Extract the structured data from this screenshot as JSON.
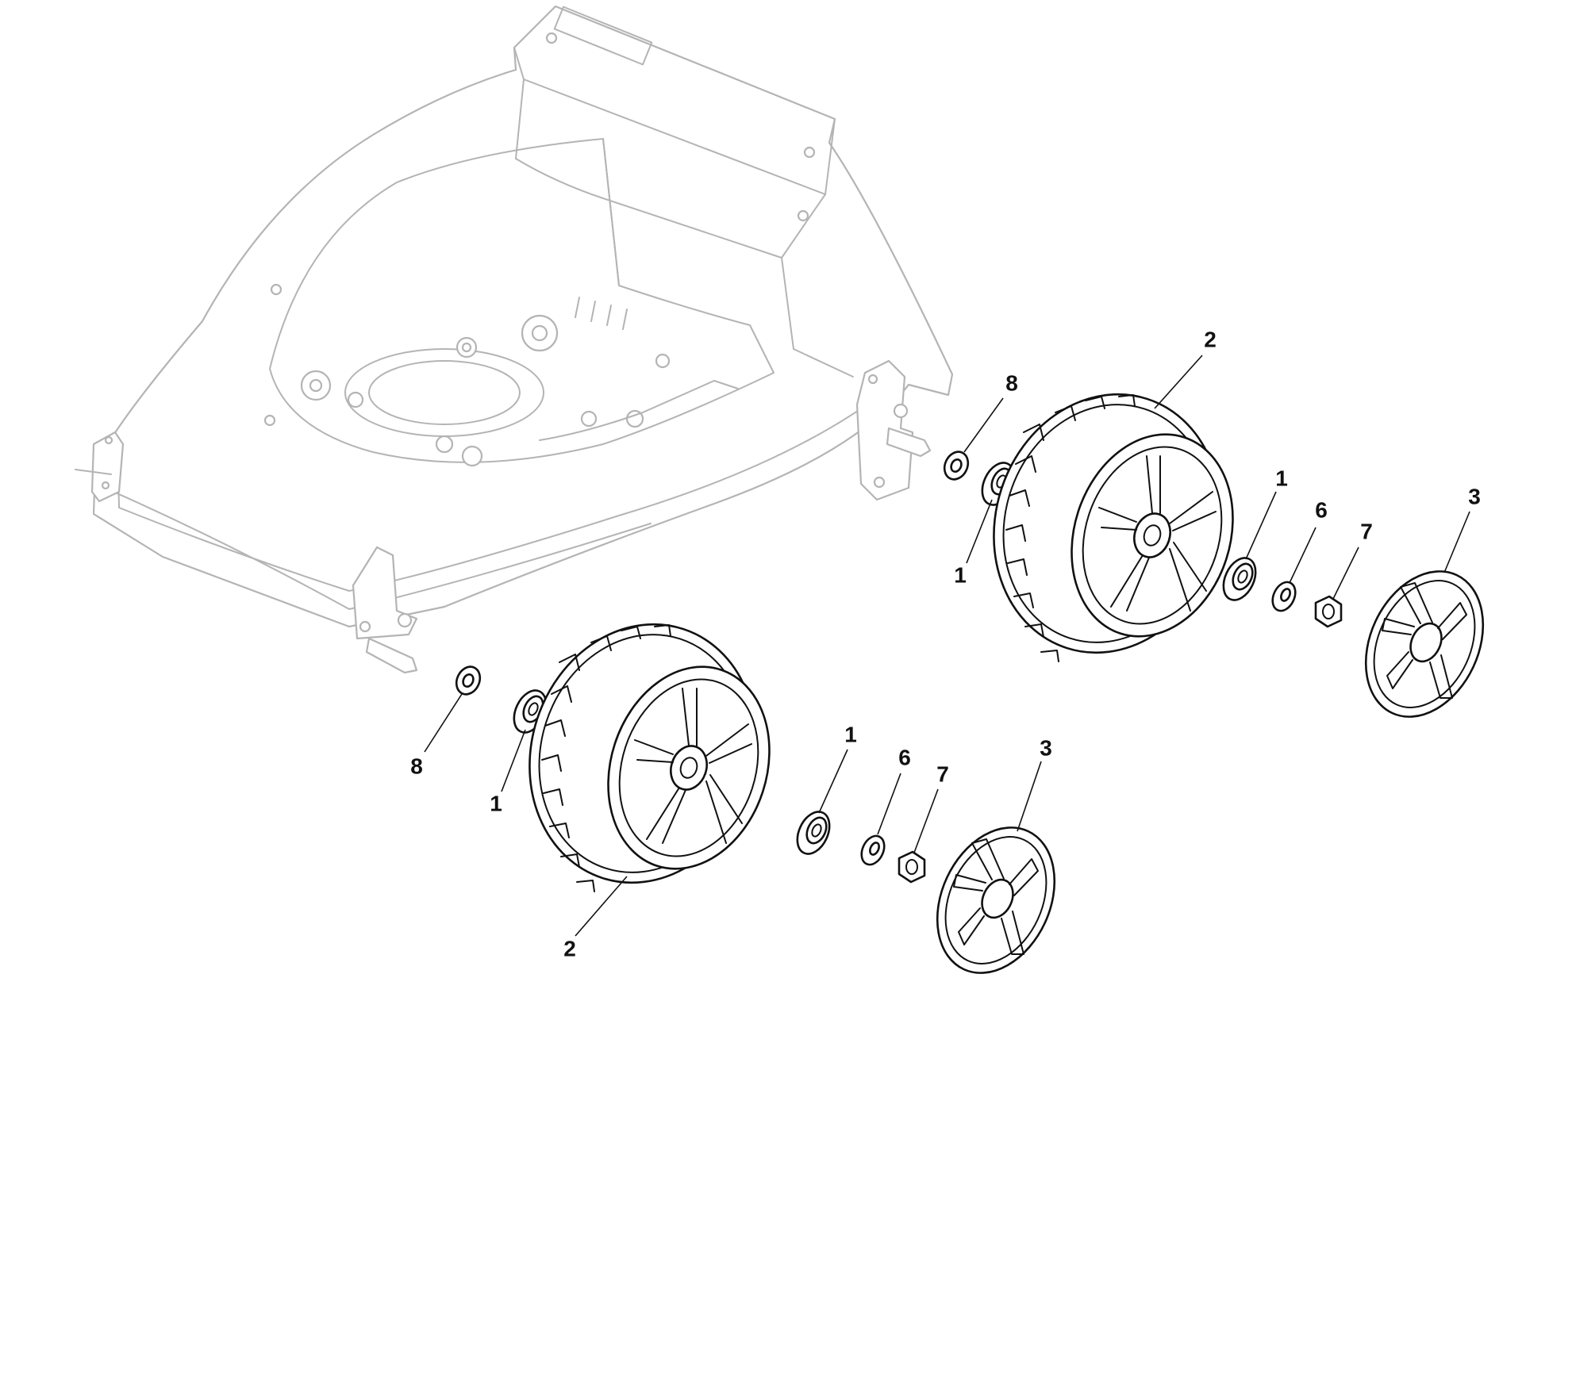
{
  "callouts": [
    {
      "part": "1",
      "label": "1"
    },
    {
      "part": "2",
      "label": "2"
    },
    {
      "part": "3",
      "label": "3"
    },
    {
      "part": "6",
      "label": "6"
    },
    {
      "part": "7",
      "label": "7"
    },
    {
      "part": "8",
      "label": "8"
    }
  ],
  "colors": {
    "deck_outline": "#b4b4b4",
    "part_outline": "#111111",
    "background": "#ffffff"
  }
}
